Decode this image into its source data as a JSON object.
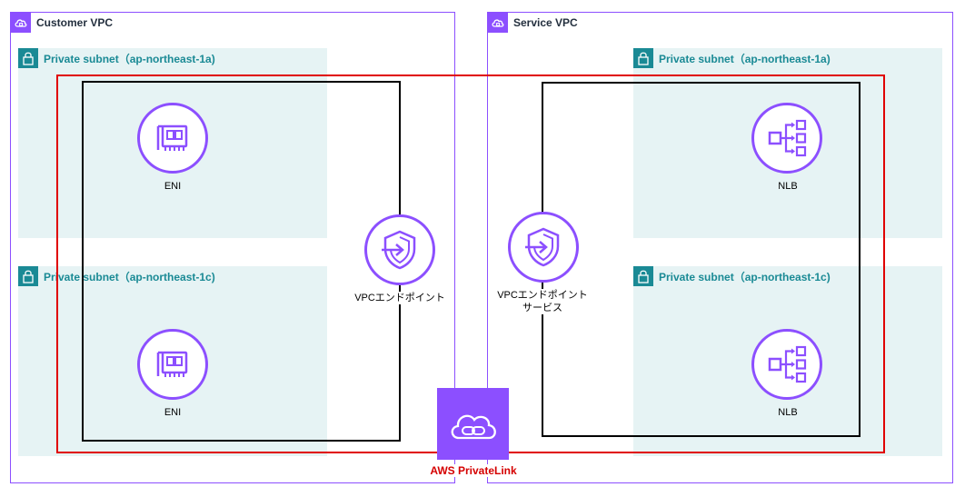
{
  "customer_vpc": {
    "title": "Customer VPC",
    "subnets": [
      {
        "title": "Private subnet（ap-northeast-1a)",
        "resource": "ENI"
      },
      {
        "title": "Private subnet（ap-northeast-1c)",
        "resource": "ENI"
      }
    ],
    "endpoint_label": "VPCエンドポイント"
  },
  "service_vpc": {
    "title": "Service VPC",
    "subnets": [
      {
        "title": "Private subnet（ap-northeast-1a)",
        "resource": "NLB"
      },
      {
        "title": "Private subnet（ap-northeast-1c)",
        "resource": "NLB"
      }
    ],
    "endpoint_service_label_line1": "VPCエンドポイント",
    "endpoint_service_label_line2": "サービス"
  },
  "privatelink": {
    "label": "AWS PrivateLink"
  },
  "colors": {
    "vpc_border": "#8c4fff",
    "subnet_fill": "#e6f3f4",
    "subnet_text": "#1a8a95",
    "red_frame": "#e00000",
    "privatelink_text": "#d50000"
  },
  "icons": {
    "vpc": "vpc-cloud-icon",
    "subnet": "lock-icon",
    "eni": "network-interface-icon",
    "nlb": "network-load-balancer-icon",
    "endpoint": "shield-arrow-icon",
    "privatelink": "cloud-link-icon"
  }
}
